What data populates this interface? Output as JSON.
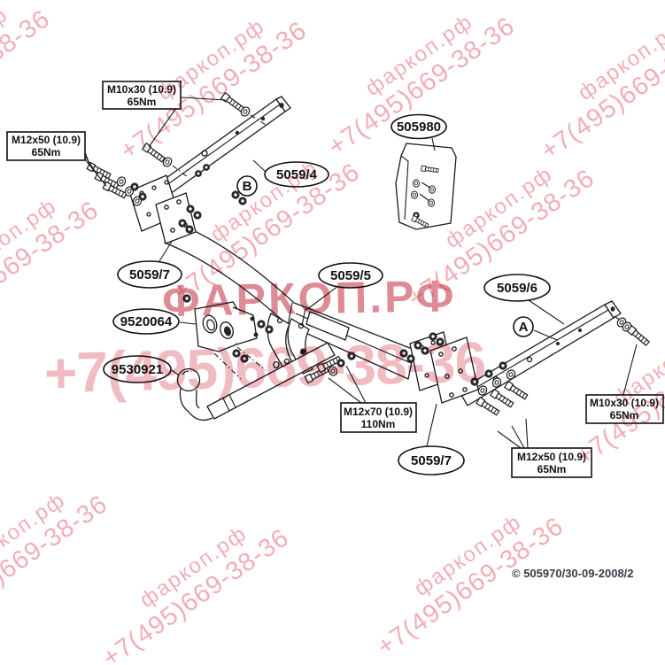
{
  "watermark": {
    "site_small": "фаркоп.рф",
    "phone_small": "+7(495)669-38-36",
    "site_large": "ФАРКОП.РФ",
    "phone_large": "+7(495)669-38-36"
  },
  "markers": {
    "a": "A",
    "b": "B"
  },
  "callout_boxes": {
    "m10_top": {
      "line1": "M10x30 (10.9)",
      "line2": "65Nm"
    },
    "m12_left": {
      "line1": "M12x50 (10.9)",
      "line2": "65Nm"
    },
    "m12x70_center": {
      "line1": "M12x70 (10.9)",
      "line2": "110Nm"
    },
    "m10_right": {
      "line1": "M10x30 (10.9)",
      "line2": "65Nm"
    },
    "m12_bottom": {
      "line1": "M12x50 (10.9)",
      "line2": "65Nm"
    }
  },
  "part_labels": {
    "crossbar": "5059/4",
    "hardware_bag": "505980",
    "bracket_left": "5059/7",
    "main_beam": "5059/5",
    "side_member": "5059/6",
    "socket_plate": "9520064",
    "ball_arm": "9530921",
    "bracket_right": "5059/7"
  },
  "footer": {
    "copyright": "© 505970/30-09-2008/2"
  }
}
